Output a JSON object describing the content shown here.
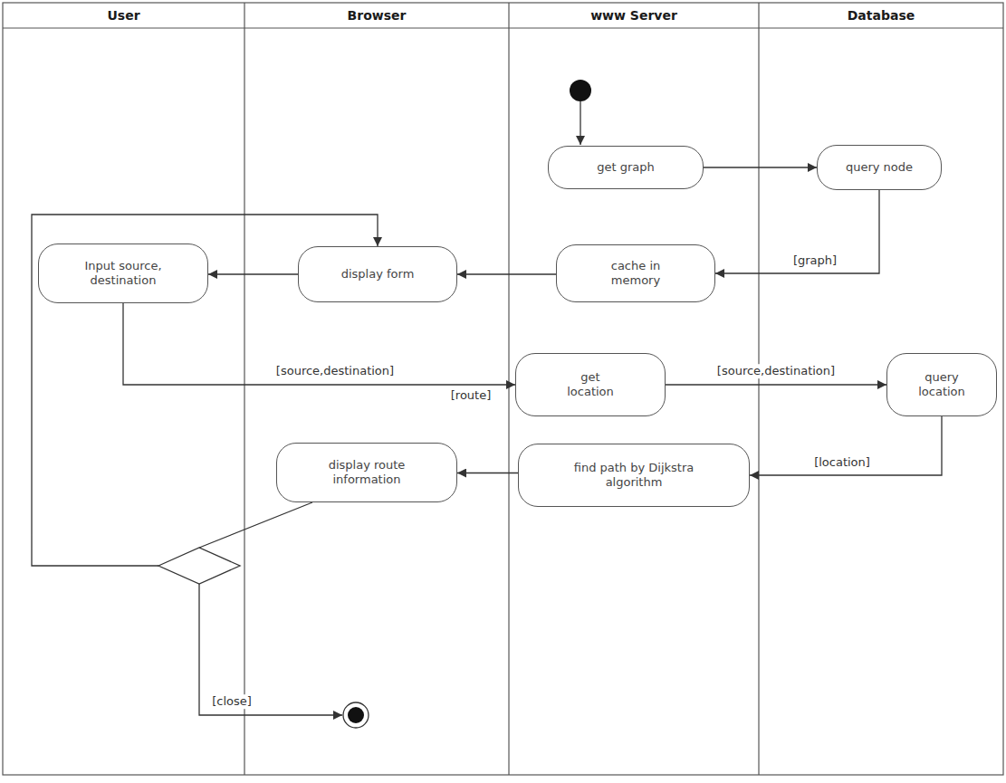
{
  "diagram": {
    "nodes": [
      {
        "text": [
          "User"
        ]
      },
      {
        "text": [
          "Browser"
        ]
      },
      {
        "text": [
          "www Server"
        ]
      },
      {
        "text": [
          "Database"
        ]
      },
      {
        "text": [
          "get graph"
        ],
        "in": 2
      },
      {
        "text": [
          "query node"
        ],
        "in": 3
      },
      {
        "text": [
          "Input source, destination"
        ],
        "in": 0
      },
      {
        "text": [
          "display form"
        ],
        "in": 1
      },
      {
        "text": [
          "cache in memory"
        ],
        "in": 2
      },
      {
        "text": [
          "get location"
        ],
        "in": 2
      },
      {
        "text": [
          "query location"
        ],
        "in": 3
      },
      {
        "text": [
          "display route information"
        ],
        "in": 1
      },
      {
        "text": [
          "find path by Dijkstra algorithm"
        ],
        "in": 2
      }
    ],
    "edges": [
      {
        "from": 4,
        "to": 5,
        "arrow": "to"
      },
      {
        "from": 5,
        "to": 8,
        "label": "[graph]",
        "arrow": "to"
      },
      {
        "from": 8,
        "to": 7,
        "arrow": "to"
      },
      {
        "from": 7,
        "to": 6,
        "arrow": "to"
      },
      {
        "from": 6,
        "to": 9,
        "label": "[source,destination]",
        "arrow": "to"
      },
      {
        "from": 9,
        "to": 10,
        "label": "[source,destination]",
        "arrow": "to"
      },
      {
        "from": 10,
        "to": 12,
        "label": "[location]",
        "arrow": "to"
      },
      {
        "from": 12,
        "to": 11,
        "label": "[route]",
        "arrow": "to"
      },
      {
        "from": 11,
        "to": 7,
        "arrow": "to"
      }
    ],
    "labels": [
      "[close]"
    ]
  }
}
